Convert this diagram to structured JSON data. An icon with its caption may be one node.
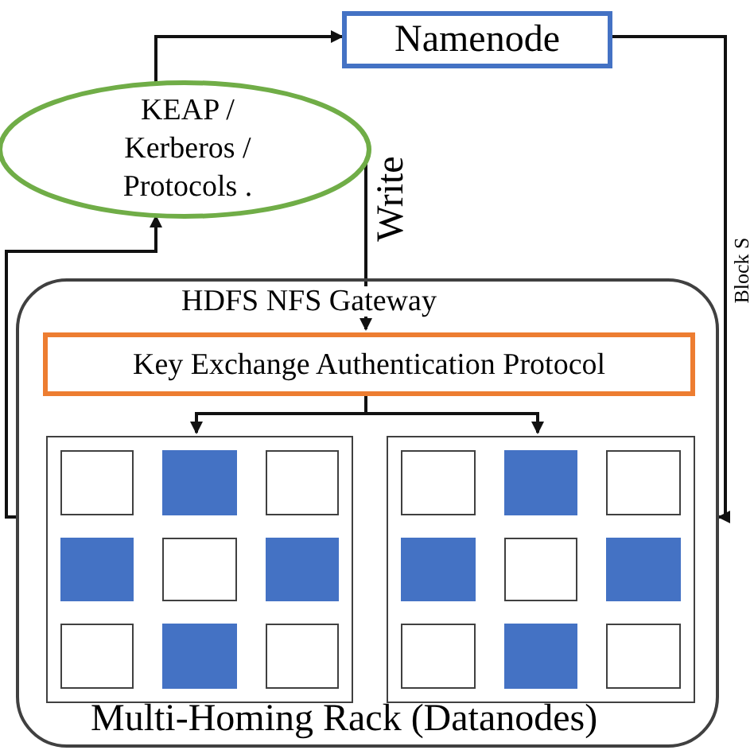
{
  "diagram": {
    "nodes": [
      {
        "text": [
          "Namenode"
        ]
      },
      {
        "text": [
          "KEAP / Kerberos / Protocols ."
        ]
      },
      {
        "text": [
          "HDFS NFS Gateway",
          "Multi-Homing Rack (Datanodes)"
        ]
      },
      {
        "text": [
          "Key Exchange Authentication Protocol"
        ],
        "in": 2
      },
      {
        "text": [],
        "shape": "box",
        "in": 2
      },
      {
        "text": [],
        "shape": "box",
        "in": 2
      }
    ],
    "edges": [
      {
        "from": 1,
        "to": 0,
        "arrow": "to"
      },
      {
        "from": 1,
        "to": 3,
        "arrow": "to",
        "label": "Write"
      },
      {
        "from": 2,
        "to": 1,
        "arrow": "to"
      },
      {
        "from": 0,
        "to": 2,
        "arrow": "to",
        "label": "Block S"
      },
      {
        "from": 3,
        "to": 4,
        "arrow": "to"
      },
      {
        "from": 3,
        "to": 5,
        "arrow": "to"
      }
    ]
  }
}
